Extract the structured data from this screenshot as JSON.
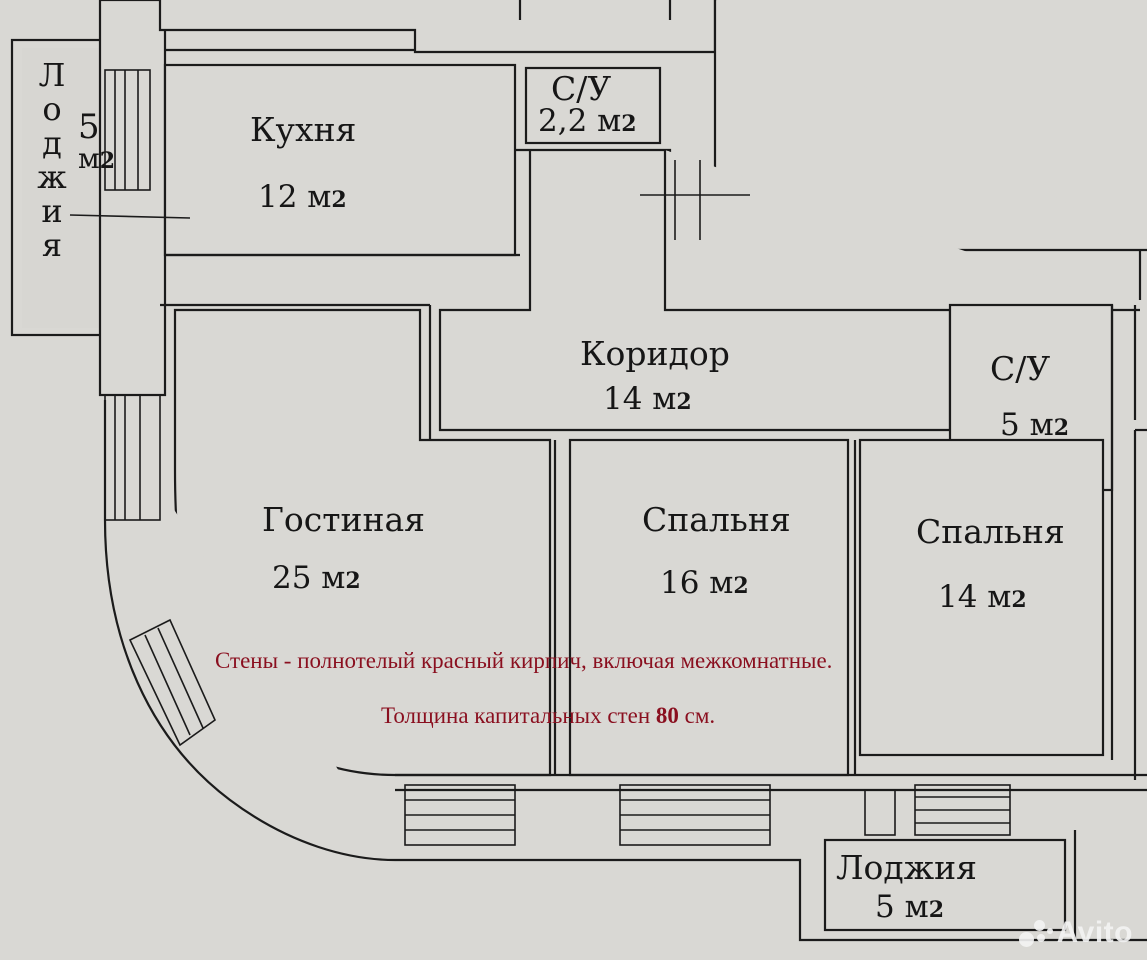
{
  "rooms": {
    "loggia_left": {
      "label": "Лоджия",
      "letters": [
        "Л",
        "о",
        "д",
        "ж",
        "и",
        "я"
      ],
      "area_num": "5",
      "area_unit": "м",
      "area_exp": "2"
    },
    "kitchen": {
      "label": "Кухня",
      "area_num": "12 м",
      "area_exp": "2"
    },
    "bath_small": {
      "label": "С/У",
      "area_num": "2,2 м",
      "area_exp": "2"
    },
    "corridor": {
      "label": "Коридор",
      "area_num": "14 м",
      "area_exp": "2"
    },
    "bath_large": {
      "label": "С/У",
      "area_num": "5 м",
      "area_exp": "2"
    },
    "living": {
      "label": "Гостиная",
      "area_num": "25 м",
      "area_exp": "2"
    },
    "bedroom_1": {
      "label": "Спальня",
      "area_num": "16 м",
      "area_exp": "2"
    },
    "bedroom_2": {
      "label": "Спальня",
      "area_num": "14 м",
      "area_exp": "2"
    },
    "loggia_bottom": {
      "label": "Лоджия",
      "area_num": "5 м",
      "area_exp": "2"
    }
  },
  "notes": {
    "line1": "Стены - полнотелый красный кирпич, включая межкомнатные.",
    "line2_prefix": "Толщина капитальных стен ",
    "line2_value": "80",
    "line2_suffix": " см."
  },
  "watermark": {
    "text": "Avito"
  },
  "colors": {
    "paper": "#d9d8d4",
    "ink": "#161616",
    "note": "#8a0f1f"
  }
}
